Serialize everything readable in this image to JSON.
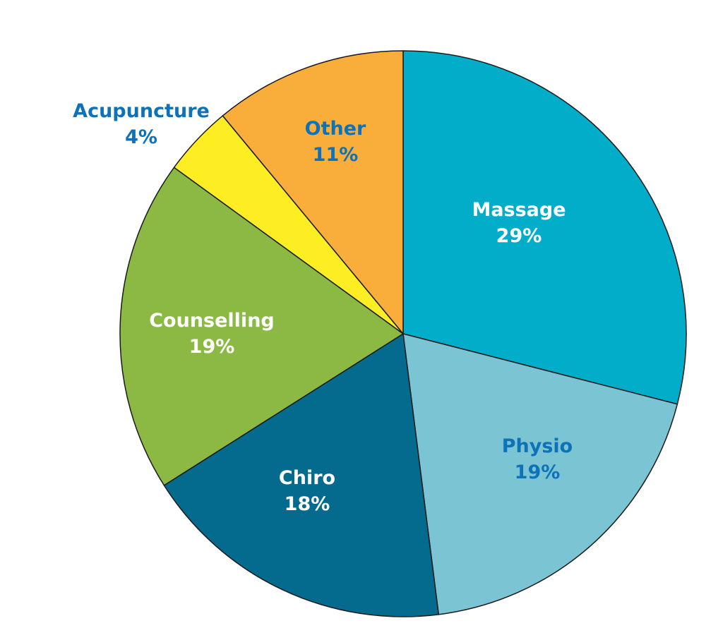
{
  "chart_data": {
    "type": "pie",
    "title": "",
    "start": "top",
    "direction": "clockwise",
    "slices": [
      {
        "label": "Massage",
        "value": 29,
        "value_label": "29%",
        "color": "#01adc8",
        "text_color": "#ffffff"
      },
      {
        "label": "Physio",
        "value": 19,
        "value_label": "19%",
        "color": "#7ac4d4",
        "text_color": "#0e72b8"
      },
      {
        "label": "Chiro",
        "value": 18,
        "value_label": "18%",
        "color": "#046b8f",
        "text_color": "#ffffff"
      },
      {
        "label": "Counselling",
        "value": 19,
        "value_label": "19%",
        "color": "#8bb943",
        "text_color": "#ffffff"
      },
      {
        "label": "Acupuncture",
        "value": 4,
        "value_label": "4%",
        "color": "#fcee23",
        "text_color": "#0e72b8"
      },
      {
        "label": "Other",
        "value": 11,
        "value_label": "11%",
        "color": "#f9ae3c",
        "text_color": "#0e72b8"
      }
    ]
  }
}
